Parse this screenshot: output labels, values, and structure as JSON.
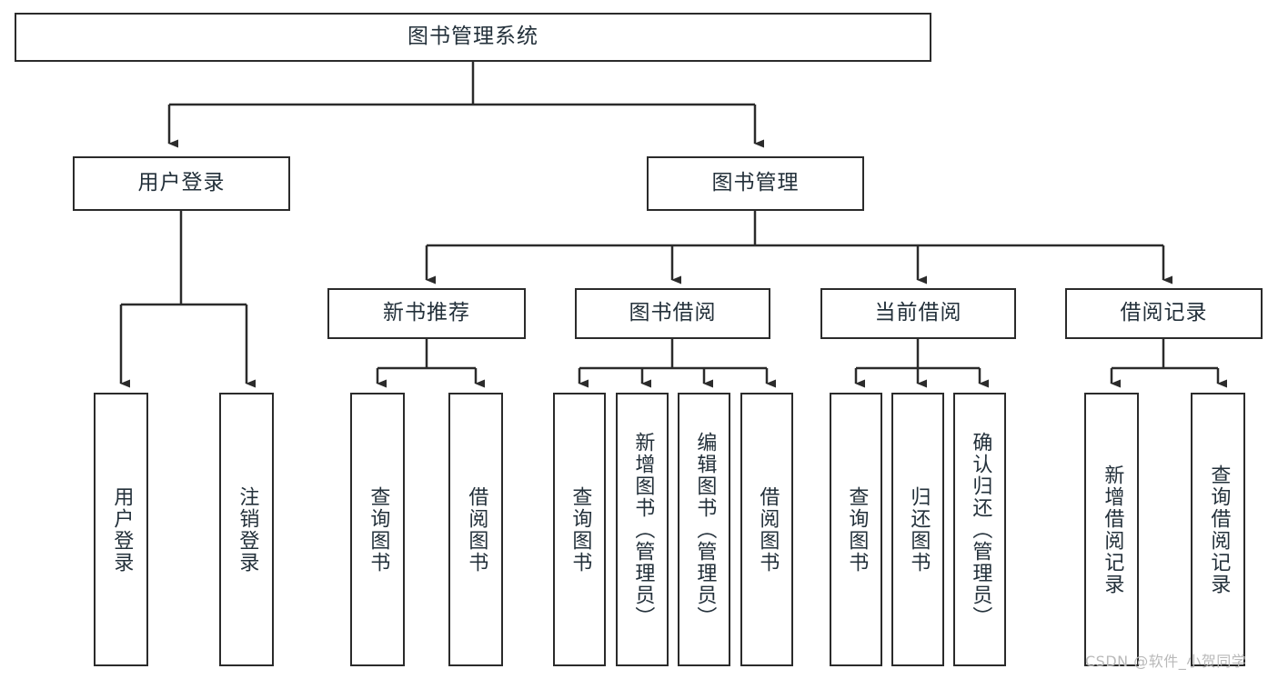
{
  "diagram": {
    "title": "图书管理系统",
    "type": "tree-hierarchy",
    "watermark": "CSDN @软件_小贺同学",
    "colors": {
      "background": "#ffffff",
      "box_border": "#2b2b2b",
      "box_fill": "#ffffff",
      "text": "#23303a",
      "connector": "#2b2b2b",
      "watermark": "#b9b9b9"
    },
    "root": {
      "label": "图书管理系统"
    },
    "level2": [
      {
        "label": "用户登录"
      },
      {
        "label": "图书管理"
      }
    ],
    "level3": [
      {
        "label": "新书推荐"
      },
      {
        "label": "图书借阅"
      },
      {
        "label": "当前借阅"
      },
      {
        "label": "借阅记录"
      }
    ],
    "leaves": {
      "user_login": [
        {
          "label": "用户登录"
        },
        {
          "label": "注销登录"
        }
      ],
      "new_book_recommend": [
        {
          "label": "查询图书"
        },
        {
          "label": "借阅图书"
        }
      ],
      "book_borrow": [
        {
          "label": "查询图书"
        },
        {
          "label": "新增图书（管理员）"
        },
        {
          "label": "编辑图书（管理员）"
        },
        {
          "label": "借阅图书"
        }
      ],
      "current_borrow": [
        {
          "label": "查询图书"
        },
        {
          "label": "归还图书"
        },
        {
          "label": "确认归还（管理员）"
        }
      ],
      "borrow_record": [
        {
          "label": "新增借阅记录"
        },
        {
          "label": "查询借阅记录"
        }
      ]
    }
  }
}
